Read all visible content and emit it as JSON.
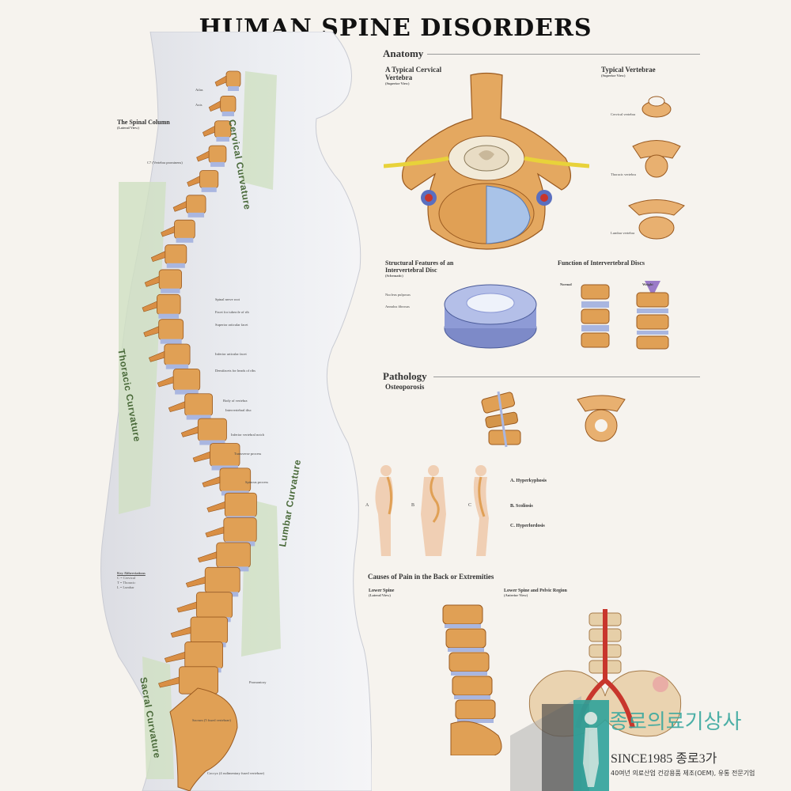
{
  "title": "HUMAN SPINE DISORDERS",
  "spine": {
    "heading": "The Spinal Column",
    "subheading": "(Lateral View)",
    "curvatures": [
      "Cervical Curvature",
      "Thoracic Curvature",
      "Lumbar Curvature",
      "Sacral Curvature"
    ],
    "labels": [
      "Atlas",
      "Axis",
      "C7 (Vertebra prominens)",
      "Spinal nerve root",
      "Facet for tubercle of rib",
      "Superior articular facet",
      "Inferior articular facet",
      "Demifacets for heads of ribs",
      "Body of vertebra",
      "Intervertebral disc",
      "Inferior vertebral notch",
      "Transverse process",
      "Spinous process",
      "Promontory",
      "Sacrum (5 fused vertebrae)",
      "Coccyx (4 rudimentary fused vertebrae)"
    ],
    "abbrev_heading": "Key Abbreviations",
    "abbrev": [
      "C = Cervical",
      "T = Thoracic",
      "L = Lumbar"
    ]
  },
  "anatomy": {
    "heading": "Anatomy",
    "cervical_title": "A Typical Cervical Vertebra",
    "cervical_sub": "(Superior View)",
    "typical_title": "Typical Vertebrae",
    "typical_sub": "(Superior View)",
    "typical_labels": [
      "Cervical vertebra",
      "Thoracic vertebra",
      "Lumbar vertebra"
    ],
    "disc_title": "Structural Features of an Intervertebral Disc",
    "disc_sub": "(Schematic)",
    "disc_labels": [
      "Nucleus pulposus",
      "Annulus fibrosus"
    ],
    "function_title": "Function of Intervertebral Discs",
    "function_labels": [
      "Normal",
      "Weight"
    ]
  },
  "pathology": {
    "heading": "Pathology",
    "osteo_title": "Osteoporosis",
    "curves": [
      {
        "letter": "A",
        "name": "A. Hyperkyphosis"
      },
      {
        "letter": "B",
        "name": "B. Scoliosis"
      },
      {
        "letter": "C",
        "name": "C. Hyperlordosis"
      }
    ]
  },
  "causes": {
    "heading": "Causes of Pain in the Back or Extremities",
    "lower_title": "Lower Spine",
    "lower_sub": "(Lateral View)",
    "pelvic_title": "Lower Spine and Pelvic Region",
    "pelvic_sub": "(Anterior View)"
  },
  "watermark": {
    "name": "종로의료기상사",
    "since": "SINCE1985 종로3가",
    "desc": "40여년 의료산업 건강용품 제조(OEM), 유통 전문기업"
  },
  "colors": {
    "bone": "#e0a055",
    "disc": "#a9b6e0",
    "green": "#cfe0c2",
    "artery": "#c8362c"
  }
}
